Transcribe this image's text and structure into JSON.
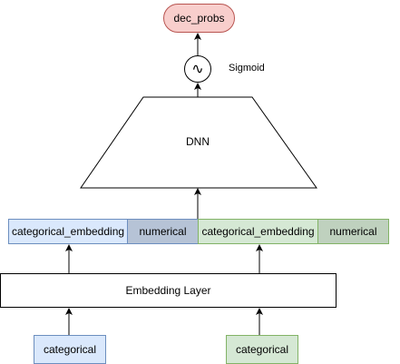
{
  "output_node": {
    "label": "dec_probs"
  },
  "activation": {
    "symbol": "∿",
    "label": "Sigmoid"
  },
  "dnn": {
    "label": "DNN"
  },
  "features": [
    {
      "label": "categorical_embedding",
      "fill": "#dae8fc",
      "stroke": "#6c8ebf"
    },
    {
      "label": "numerical",
      "fill": "#b6c3d6",
      "stroke": "#6c8ebf"
    },
    {
      "label": "categorical_embedding",
      "fill": "#d5e8d4",
      "stroke": "#82b366"
    },
    {
      "label": "numerical",
      "fill": "#bfd1be",
      "stroke": "#82b366"
    }
  ],
  "embedding_layer": {
    "label": "Embedding Layer"
  },
  "inputs": [
    {
      "label": "categorical",
      "fill": "#dae8fc",
      "stroke": "#6c8ebf"
    },
    {
      "label": "categorical",
      "fill": "#d5e8d4",
      "stroke": "#82b366"
    }
  ]
}
